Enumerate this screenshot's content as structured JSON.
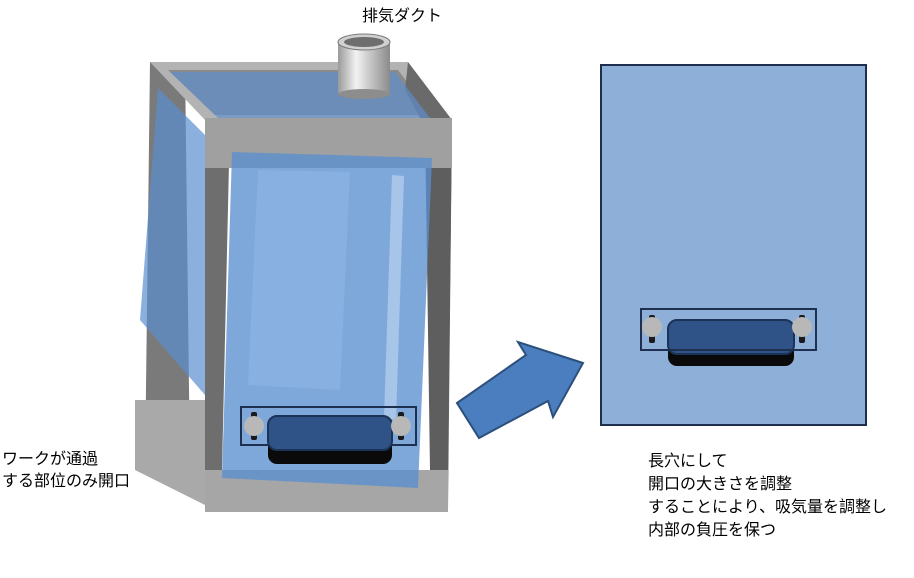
{
  "labels": {
    "exhaust_duct": "排気ダクト",
    "opening_line1": "ワークが通過",
    "opening_line2": "する部位のみ開口",
    "detail_line1": "長穴にして",
    "detail_line2": "開口の大きさを調整",
    "detail_line3": "することにより、吸気量を調整し",
    "detail_line4": "内部の負圧を保つ"
  },
  "colors": {
    "frame_gray": "#a6a6a6",
    "frame_dark": "#6e6e6e",
    "panel_blue": "#5b8fd0",
    "detail_panel": "#8eb0d8",
    "slot_fill": "#2f5287",
    "arrow_blue": "#4a7ebf"
  }
}
